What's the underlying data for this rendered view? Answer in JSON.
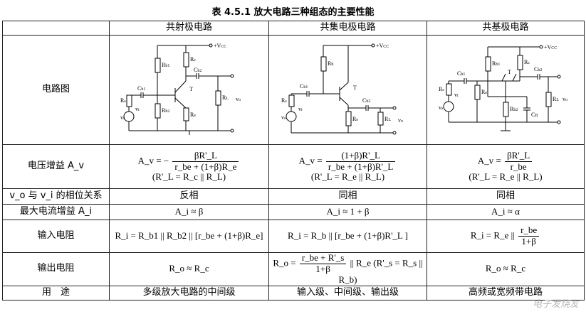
{
  "caption": "表 4.5.1    放大电路三种组态的主要性能",
  "headers": [
    "",
    "共射极电路",
    "共集电极电路",
    "共基极电路"
  ],
  "rows": {
    "diagram": "电路图",
    "gain": "电压增益 A_v",
    "phase": "v_o 与 v_i 的相位关系",
    "current": "最大电流增益 A_i",
    "rin": "输入电阻",
    "rout": "输出电阻",
    "use": "用　途"
  },
  "gain_cells": {
    "ce_prefix": "A_v = −",
    "ce_num": "βR'_L",
    "ce_den": "r_be + (1+β)R_e",
    "ce_note": "(R'_L = R_c || R_L)",
    "cc_prefix": "A_v =",
    "cc_num": "(1+β)R'_L",
    "cc_den": "r_be + (1+β)R'_L",
    "cc_note": "(R'_L = R_e || R_L)",
    "cb_prefix": "A_v =",
    "cb_num": "βR'_L",
    "cb_den": "r_be",
    "cb_note": "(R'_L = R_e || R_L)"
  },
  "phase_cells": [
    "反相",
    "同相",
    "同相"
  ],
  "current_cells": [
    "A_i ≈ β",
    "A_i ≈ 1 + β",
    "A_i ≈ α"
  ],
  "rin_cells": {
    "ce": "R_i = R_b1 || R_b2 || [r_be + (1+β)R_e]",
    "cc": "R_i = R_b || [r_be + (1+β)R'_L ]",
    "cb_prefix": "R_i = R_e ||",
    "cb_num": "r_be",
    "cb_den": "1+β"
  },
  "rout_cells": {
    "ce": "R_o ≈ R_c",
    "cc_prefix": "R_o =",
    "cc_num": "r_be + R'_s",
    "cc_den": "1+β",
    "cc_suffix": "|| R_e (R'_s = R_s || R_b)",
    "cb": "R_o ≈ R_c"
  },
  "use_cells": [
    "多级放大电路的中间级",
    "输入级、中间级、输出级",
    "高频或宽频带电路"
  ],
  "circuit_labels": {
    "vcc": "+V_CC",
    "ce": [
      "R_b1",
      "R_c",
      "C_b1",
      "C_b2",
      "T",
      "R_s",
      "v_s",
      "v_i",
      "R_b2",
      "R_e",
      "R_L",
      "v_o"
    ],
    "cc": [
      "R_b",
      "C_b1",
      "T",
      "R_s",
      "v_s",
      "v_i",
      "R_e",
      "C_b2",
      "R_L",
      "v_o"
    ],
    "cb": [
      "R_b1",
      "R_c",
      "C_b1",
      "C_b2",
      "T",
      "R_s",
      "v_s",
      "v_i",
      "R_e",
      "R_b2",
      "C_B",
      "R_L",
      "v_o"
    ]
  },
  "watermark": "电子发烧友"
}
